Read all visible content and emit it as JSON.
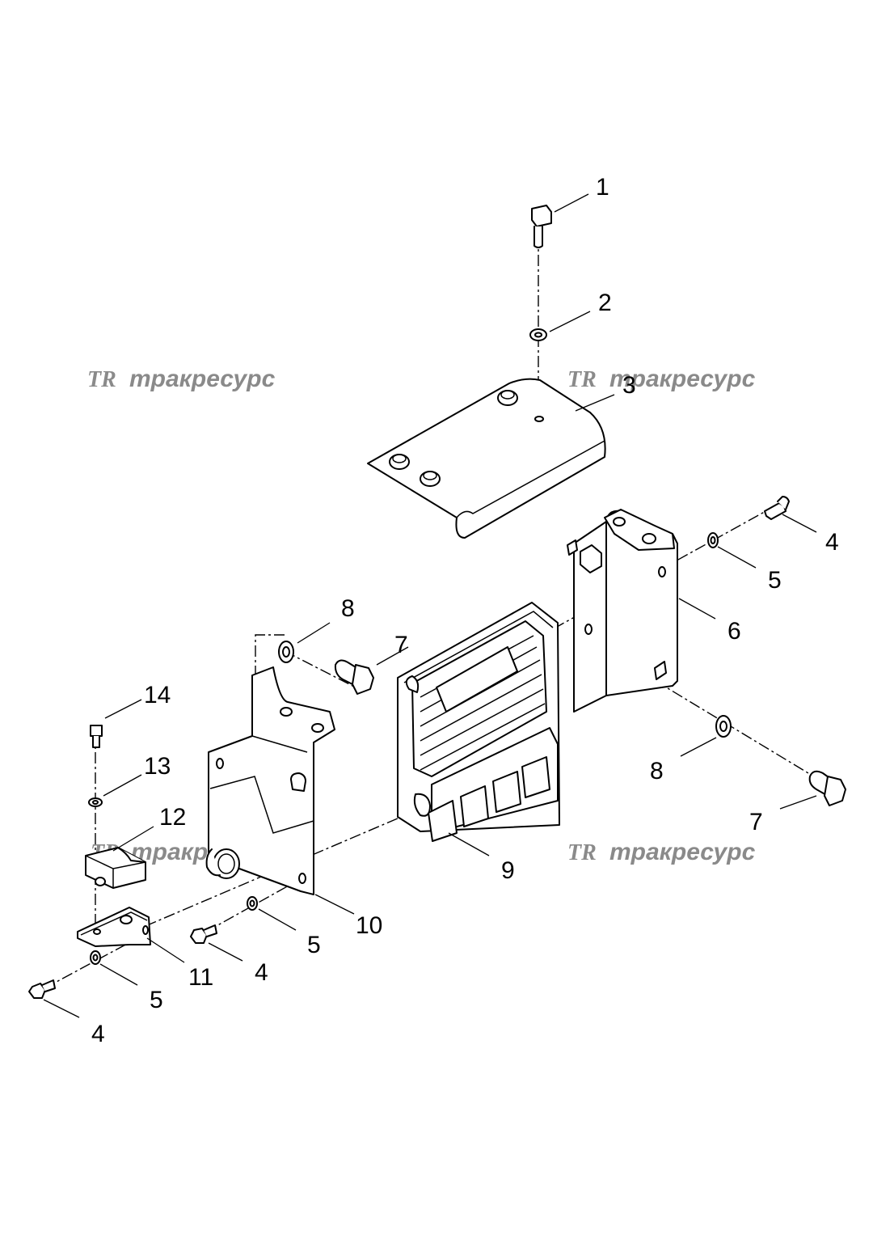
{
  "watermark": {
    "brand": "тракресурс",
    "logo": "TR"
  },
  "callouts": {
    "c1": "1",
    "c2": "2",
    "c3": "3",
    "c4a": "4",
    "c5a": "5",
    "c6": "6",
    "c7a": "7",
    "c8a": "8",
    "c8b": "8",
    "c7b": "7",
    "c9": "9",
    "c14": "14",
    "c13": "13",
    "c12": "12",
    "c10": "10",
    "c11": "11",
    "c5b": "5",
    "c4b": "4",
    "c5c": "5",
    "c4c": "4"
  }
}
